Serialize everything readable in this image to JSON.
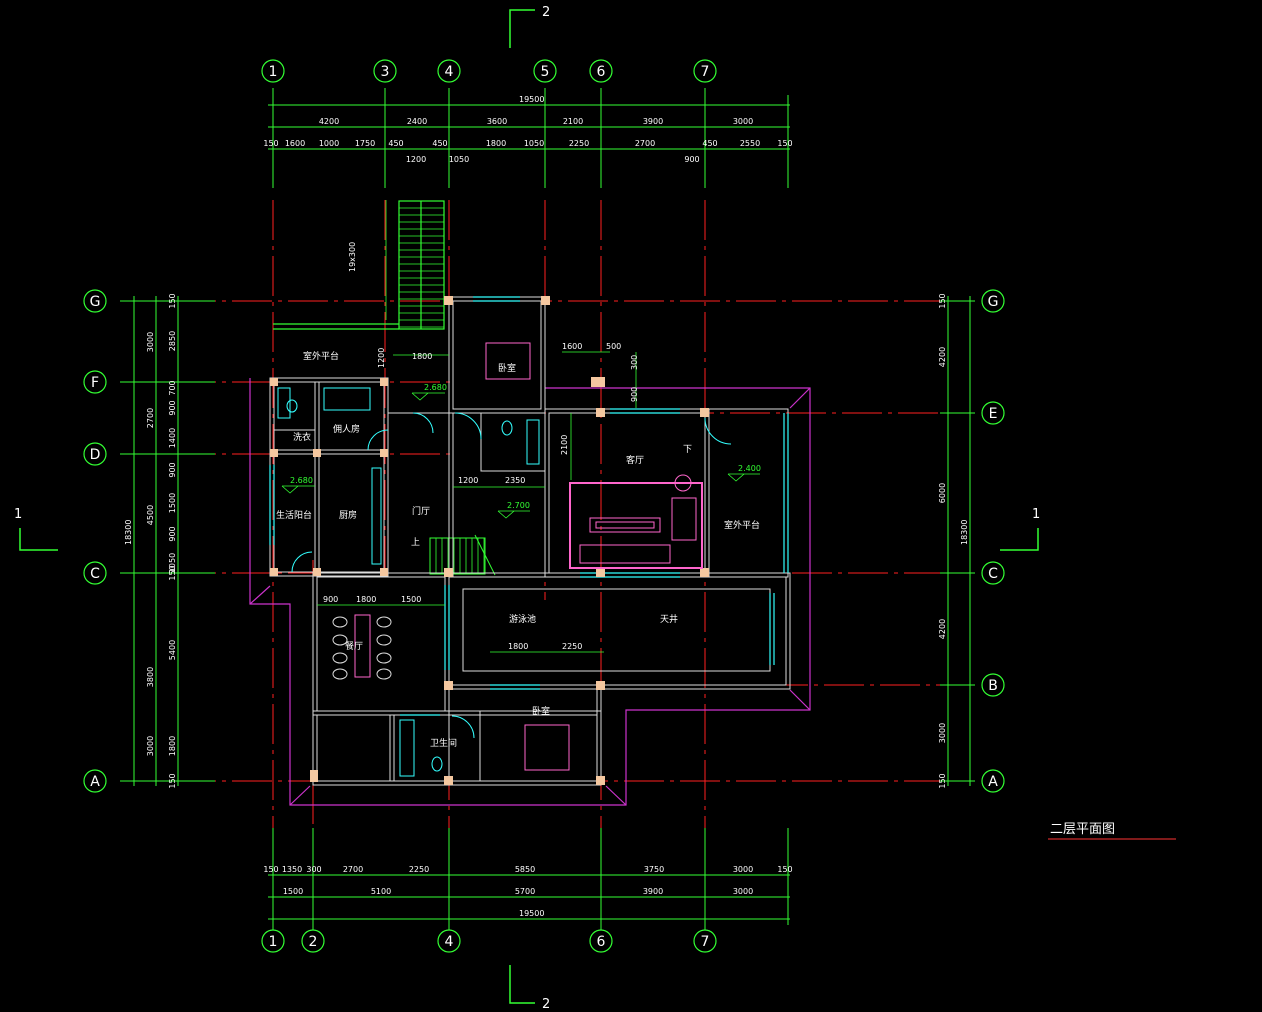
{
  "drawing_title": "二层平面图",
  "colors": {
    "axis_line": "#ff2020",
    "dimension": "#33ff33",
    "wall": "#ffffff",
    "window": "#33ffff",
    "furniture": "#ff66cc",
    "roof_outline": "#cc33cc",
    "background": "#000000"
  },
  "section_marks": {
    "top": "2",
    "bottom": "2",
    "left": "1",
    "right": "1"
  },
  "axes": {
    "top": [
      "1",
      "3",
      "4",
      "5",
      "6",
      "7"
    ],
    "bottom": [
      "1",
      "2",
      "4",
      "6",
      "7"
    ],
    "left": [
      "G",
      "F",
      "D",
      "C",
      "A"
    ],
    "right": [
      "G",
      "E",
      "C",
      "B",
      "A"
    ]
  },
  "rooms": {
    "outdoor_terrace_top": "室外平台",
    "bedroom_top": "卧室",
    "laundry": "洗衣",
    "maid_room": "佣人房",
    "service_balcony": "生活阳台",
    "kitchen": "厨房",
    "foyer": "门厅",
    "stair_up": "上",
    "stair_down": "下",
    "living_room": "客厅",
    "outdoor_terrace_right": "室外平台",
    "dining_room": "餐厅",
    "pool": "游泳池",
    "patio": "天井",
    "bedroom_bottom": "卧室",
    "bathroom": "卫生间"
  },
  "elevations": [
    "2.680",
    "2.680",
    "2.700",
    "2.400"
  ],
  "dims": {
    "top_total": "19500",
    "top_row1": [
      "4200",
      "2400",
      "3600",
      "2100",
      "3900",
      "3000"
    ],
    "top_row2": [
      "150",
      "1600",
      "1000",
      "1750",
      "450",
      "450",
      "1800",
      "1050",
      "2250",
      "2700",
      "450",
      "2550",
      "150"
    ],
    "top_row2b": [
      "1200",
      "1050",
      "900"
    ],
    "bottom_row1": [
      "150",
      "1350",
      "300",
      "2700",
      "2250",
      "5850",
      "3750",
      "3000",
      "150"
    ],
    "bottom_row2": [
      "1500",
      "5100",
      "5700",
      "3900",
      "3000"
    ],
    "bottom_total": "19500",
    "left_total": "18300",
    "left_row1": [
      "3000",
      "2700",
      "4500",
      "3000"
    ],
    "left_row1b": [
      "3800",
      "5400"
    ],
    "left_row2": [
      "2850",
      "700",
      "900",
      "1400",
      "900",
      "1500",
      "900",
      "1050",
      "1800"
    ],
    "left_row2b": [
      "150",
      "150",
      "150"
    ],
    "right_total": "18300",
    "right_row": [
      "4200",
      "6000",
      "4200",
      "3000"
    ],
    "right_row_b": [
      "150",
      "150"
    ],
    "interior": {
      "stair": "19x300",
      "stair_w": "1200",
      "stair_l": "1800",
      "bed_1600": "1600",
      "bed_500": "500",
      "bed_300": "300",
      "bed_900": "900",
      "living_2100": "2100",
      "foyer_1200": "1200",
      "foyer_2350": "2350",
      "dining_900": "900",
      "dining_1800": "1800",
      "dining_1500": "1500",
      "pool_1800": "1800",
      "pool_2250": "2250"
    }
  }
}
